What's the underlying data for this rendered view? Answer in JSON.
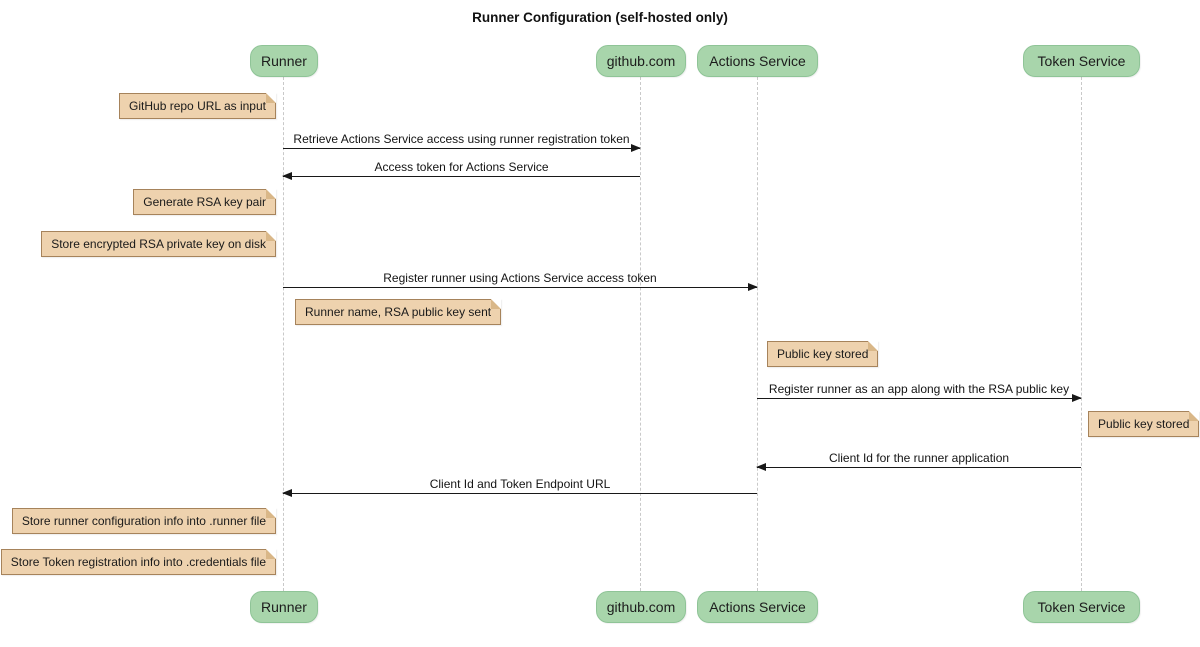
{
  "title": "Runner Configuration (self-hosted only)",
  "colors": {
    "participant_fill": "#a8d5ab",
    "participant_border": "#8fc497",
    "note_fill": "#eed2ae",
    "note_border": "#a6835b",
    "lifeline": "#c9c9c9",
    "arrow": "#181818",
    "background": "#ffffff"
  },
  "participants": [
    {
      "id": "runner",
      "name": "Runner"
    },
    {
      "id": "github",
      "name": "github.com"
    },
    {
      "id": "actions-service",
      "name": "Actions Service"
    },
    {
      "id": "token-service",
      "name": "Token Service"
    }
  ],
  "messages": [
    {
      "from": "Runner",
      "to": "github.com",
      "direction": "right",
      "label": "Retrieve Actions Service access using runner registration token"
    },
    {
      "from": "github.com",
      "to": "Runner",
      "direction": "left",
      "label": "Access token for Actions Service"
    },
    {
      "from": "Runner",
      "to": "Actions Service",
      "direction": "right",
      "label": "Register runner using Actions Service access token"
    },
    {
      "from": "Actions Service",
      "to": "Token Service",
      "direction": "right",
      "label": "Register runner as an app along with the RSA public key"
    },
    {
      "from": "Token Service",
      "to": "Actions Service",
      "direction": "left",
      "label": "Client Id for the runner application"
    },
    {
      "from": "Actions Service",
      "to": "Runner",
      "direction": "left",
      "label": "Client Id and Token Endpoint URL"
    }
  ],
  "notes": [
    {
      "anchor": "Runner",
      "side": "left",
      "text": "GitHub repo URL as input"
    },
    {
      "anchor": "Runner",
      "side": "left",
      "text": "Generate RSA key pair"
    },
    {
      "anchor": "Runner",
      "side": "left",
      "text": "Store encrypted RSA private key on disk"
    },
    {
      "anchor": "Runner",
      "side": "right",
      "text": "Runner name, RSA public key sent"
    },
    {
      "anchor": "Actions Service",
      "side": "right",
      "text": "Public key stored"
    },
    {
      "anchor": "Token Service",
      "side": "right",
      "text": "Public key stored"
    },
    {
      "anchor": "Runner",
      "side": "left",
      "text": "Store runner configuration info into .runner file"
    },
    {
      "anchor": "Runner",
      "side": "left",
      "text": "Store Token registration info into .credentials file"
    }
  ]
}
